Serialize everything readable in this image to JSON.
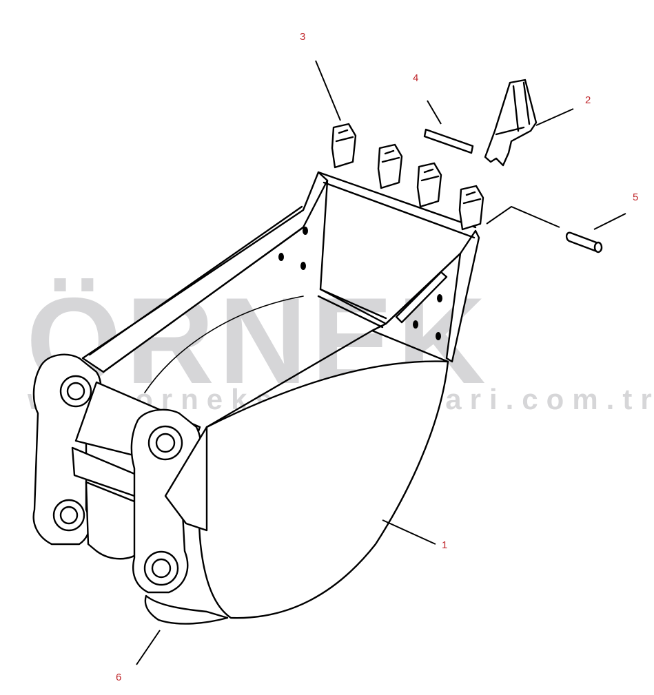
{
  "watermark": {
    "brand": "ÖRNEK",
    "url": "www.orneksmakinalari.com.tr",
    "color": "#d6d6d8",
    "accent_color": "#f1e08a"
  },
  "callouts": [
    {
      "id": "1",
      "label": "1"
    },
    {
      "id": "2",
      "label": "2"
    },
    {
      "id": "3",
      "label": "3"
    },
    {
      "id": "4",
      "label": "4"
    },
    {
      "id": "5",
      "label": "5"
    },
    {
      "id": "6",
      "label": "6"
    }
  ],
  "colors": {
    "callout": "#c0282d",
    "line": "#000000"
  }
}
